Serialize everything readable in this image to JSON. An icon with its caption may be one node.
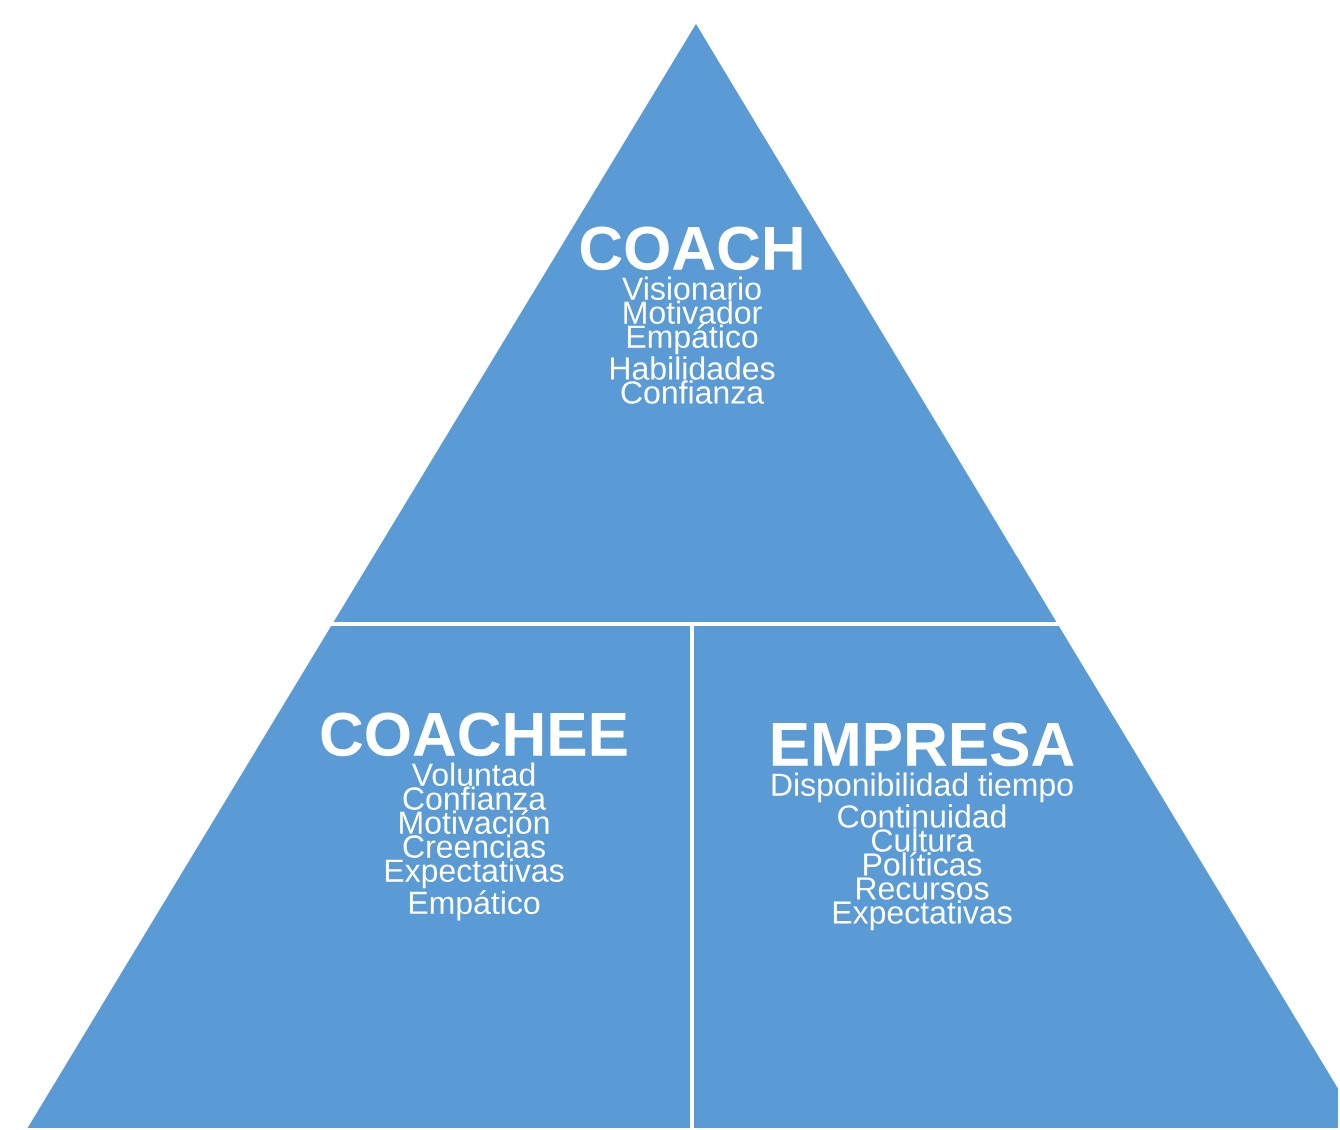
{
  "diagram": {
    "nodes": [
      {
        "text": [
          "COACH",
          "Visionario",
          "Motivador",
          "Empático",
          "Habilidades",
          "Confianza"
        ]
      },
      {
        "text": [
          "COACHEE",
          "Voluntad",
          "Confianza",
          "Motivación",
          "Creencias",
          "Expectativas",
          "Empático"
        ]
      },
      {
        "text": [
          "EMPRESA",
          "Disponibilidad tiempo",
          "Continuidad",
          "Cultura",
          "Políticas",
          "Recursos",
          "Expectativas"
        ]
      }
    ]
  }
}
